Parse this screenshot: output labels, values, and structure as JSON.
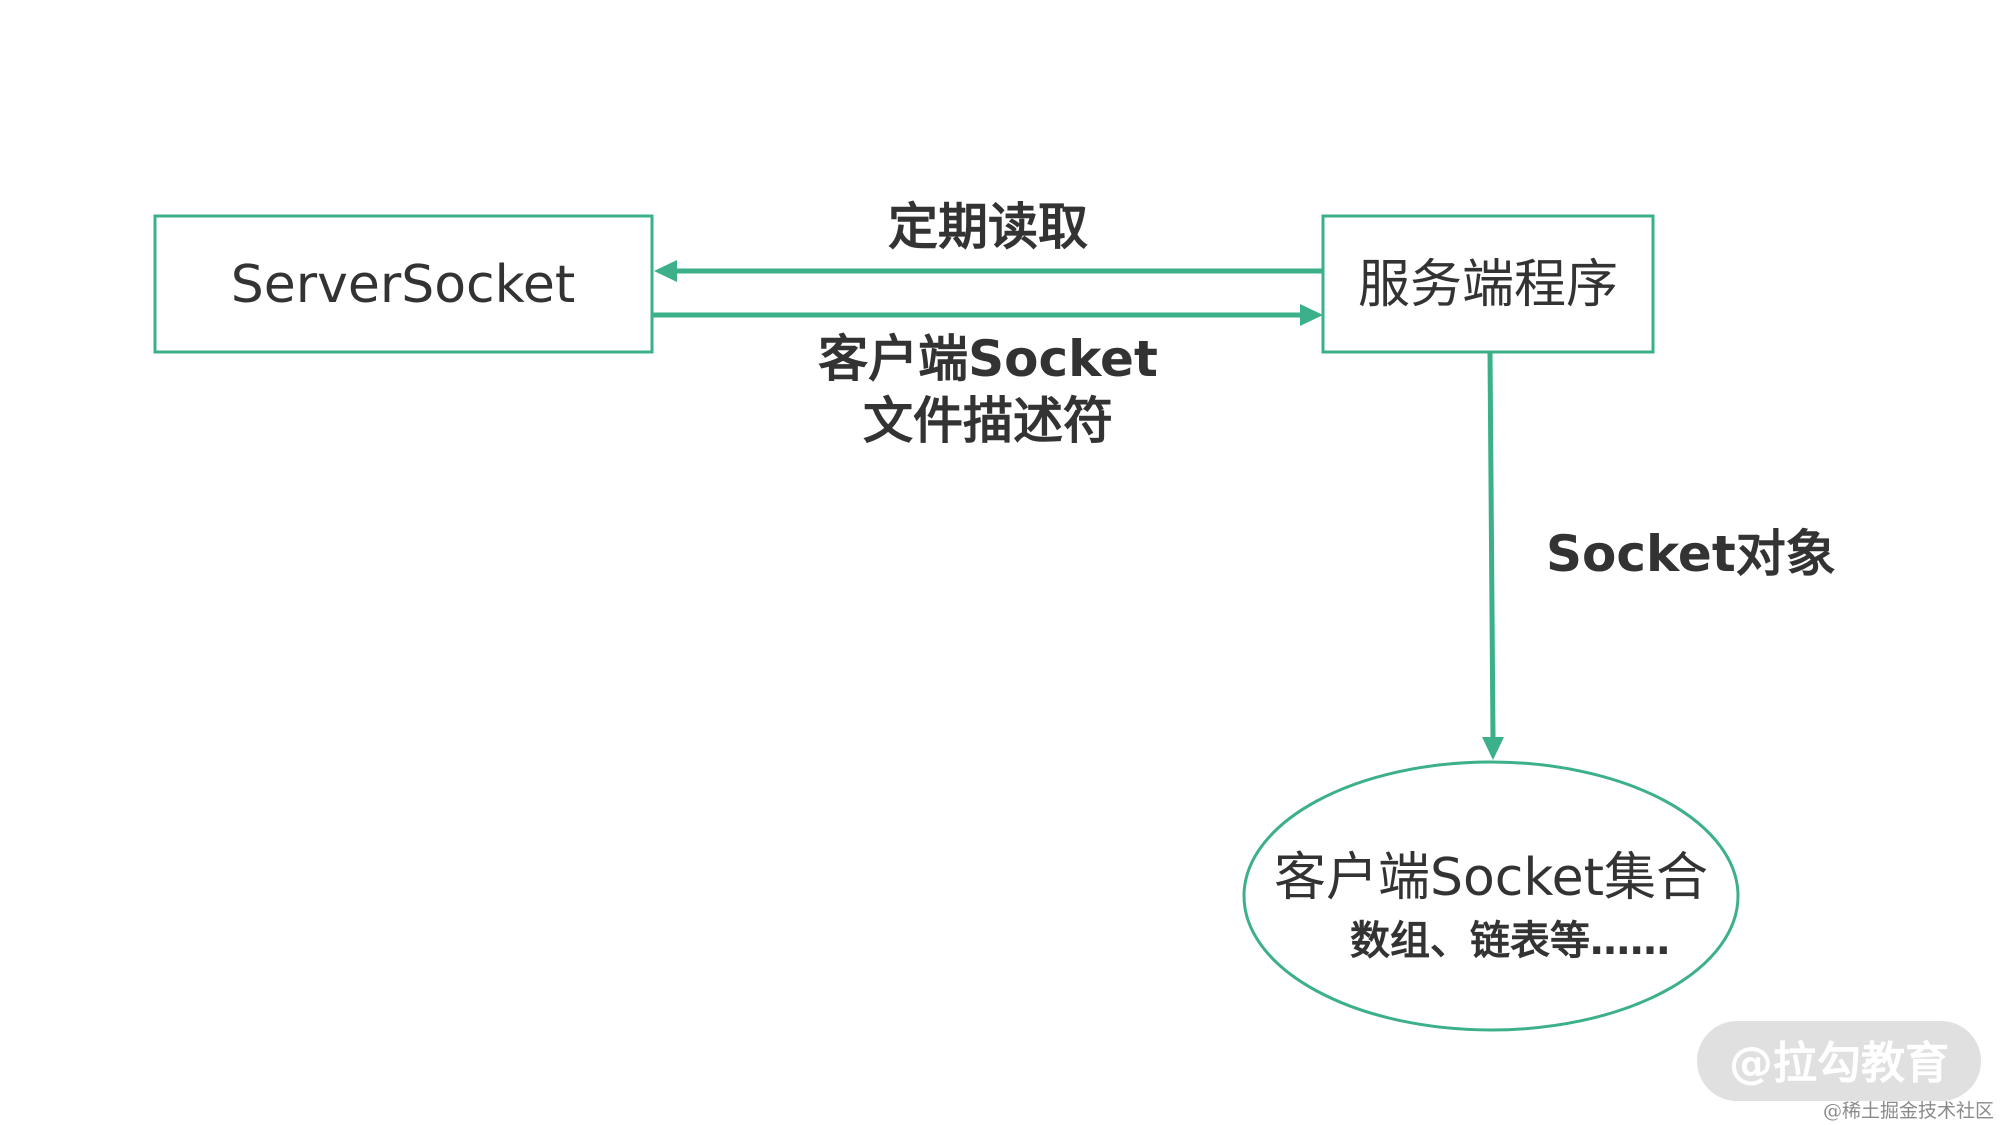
{
  "colors": {
    "accent": "#3bb08a",
    "text": "#333333",
    "watermark_bg": "#e0e0e0"
  },
  "nodes": {
    "server_socket": "ServerSocket",
    "server_program": "服务端程序",
    "client_set_title": "客户端Socket集合",
    "client_set_subtitle": "数组、链表等……"
  },
  "edges": {
    "periodic_read": "定期读取",
    "client_fd_line1": "客户端Socket",
    "client_fd_line2": "文件描述符",
    "socket_object": "Socket对象"
  },
  "watermark": {
    "brand": "@拉勾教育",
    "credit": "@稀土掘金技术社区"
  }
}
